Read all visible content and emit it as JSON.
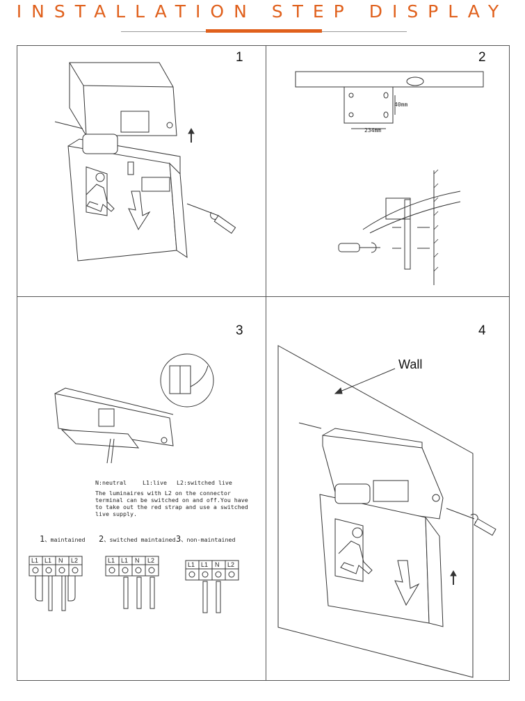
{
  "header": {
    "title": "INSTALLATION STEP DISPLAY",
    "accent_color": "#e0601c"
  },
  "steps": [
    {
      "number": "1"
    },
    {
      "number": "2",
      "dim_height": "40mm",
      "dim_width": "234mm"
    },
    {
      "number": "3",
      "legend": {
        "neutral": "N:neutral",
        "live": "L1:live",
        "switched": "L2:switched live"
      },
      "note": [
        "The luminaires with L2 on the connector",
        "terminal can be switched on and off.You have",
        "to take out the red strap and use a switched",
        "live supply."
      ],
      "modes": [
        {
          "index": "1",
          "sep": "、",
          "label": "maintained",
          "terminals": [
            "L1",
            "L1",
            "N",
            "L2"
          ]
        },
        {
          "index": "2",
          "sep": "、",
          "label": "switched maintained",
          "terminals": [
            "L1",
            "L1",
            "N",
            "L2"
          ]
        },
        {
          "index": "3",
          "sep": "、",
          "label": "non-maintained",
          "terminals": [
            "L1",
            "L1",
            "N",
            "L2"
          ]
        }
      ]
    },
    {
      "number": "4",
      "wall_label": "Wall"
    }
  ]
}
